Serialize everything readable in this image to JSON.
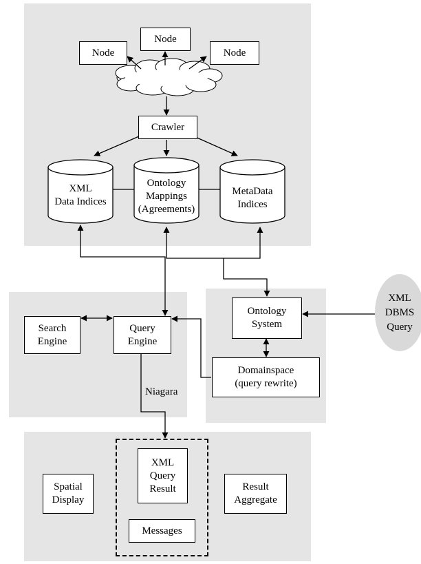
{
  "nodes": {
    "node_left": "Node",
    "node_center": "Node",
    "node_right": "Node",
    "crawler": "Crawler",
    "xml_data_indices": "XML\nData Indices",
    "ontology_mappings": "Ontology\nMappings\n(Agreements)",
    "metadata_indices": "MetaData\nIndices",
    "search_engine": "Search\nEngine",
    "query_engine": "Query\nEngine",
    "ontology_system": "Ontology\nSystem",
    "domainspace": "Domainspace\n(query rewrite)",
    "xml_dbms_query": "XML\nDBMS\nQuery",
    "spatial_display": "Spatial\nDisplay",
    "xml_query_result": "XML\nQuery\nResult",
    "messages": "Messages",
    "result_aggregate": "Result\nAggregate"
  },
  "edge_labels": {
    "niagara": "Niagara"
  }
}
